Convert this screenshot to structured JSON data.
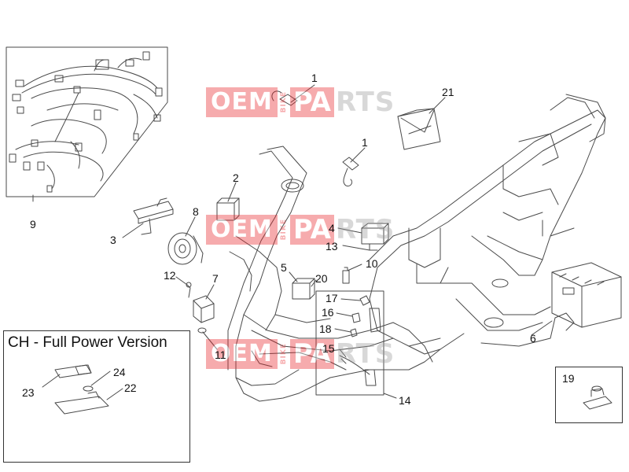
{
  "watermark": {
    "oem": "OEM",
    "bike": "BIKE",
    "pa": "PA",
    "rts": "RTS"
  },
  "callouts": {
    "c1a": "1",
    "c1b": "1",
    "c2": "2",
    "c3": "3",
    "c4": "4",
    "c5": "5",
    "c6": "6",
    "c7": "7",
    "c8": "8",
    "c9": "9",
    "c10": "10",
    "c11": "11",
    "c12": "12",
    "c13": "13",
    "c14": "14",
    "c15": "15",
    "c16": "16",
    "c17": "17",
    "c18": "18",
    "c19": "19",
    "c20": "20",
    "c21": "21",
    "c22": "22",
    "c23": "23",
    "c24": "24"
  },
  "inset": {
    "title": "CH - Full Power Version"
  },
  "colors": {
    "line": "#4a4a4a",
    "watermark_red": "#e8262b",
    "watermark_grey": "#9a9a9a"
  }
}
